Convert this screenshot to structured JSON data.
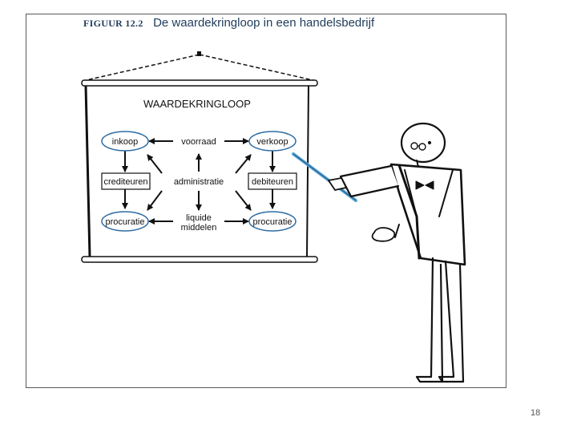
{
  "figure": {
    "label": "FIGUUR 12.2",
    "title": "De waardekringloop in een handelsbedrijf"
  },
  "board": {
    "heading": "WAARDEKRINGLOOP",
    "nodes": {
      "inkoop": "inkoop",
      "voorraad": "voorraad",
      "verkoop": "verkoop",
      "crediteuren": "crediteuren",
      "administratie": "administratie",
      "debiteuren": "debiteuren",
      "procuratie_left": "procuratie",
      "liquide_line1": "liquide",
      "liquide_line2": "middelen",
      "procuratie_right": "procuratie"
    }
  },
  "page_number": "18",
  "colors": {
    "title": "#1f3a5c",
    "node_border": "#2e6da4",
    "pointer": "#5aa7d9",
    "ink": "#111111"
  }
}
